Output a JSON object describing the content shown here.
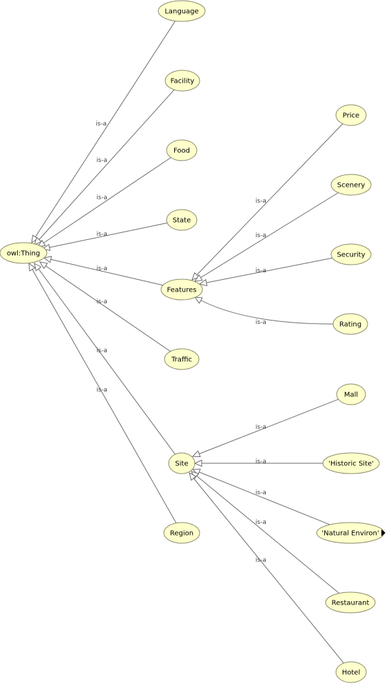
{
  "nodes": {
    "thing": "owl:Thing",
    "language": "Language",
    "facility": "Facility",
    "food": "Food",
    "state": "State",
    "features": "Features",
    "traffic": "Traffic",
    "site": "Site",
    "region": "Region",
    "price": "Price",
    "scenery": "Scenery",
    "security": "Security",
    "rating": "Rating",
    "mall": "Mall",
    "historic_site": "'Historic Site'",
    "natural_environ": "'Natural Environ'",
    "restaurant": "Restaurant",
    "hotel": "Hotel"
  },
  "edge_label": "is-a",
  "colors": {
    "node_fill": "#ffffcc",
    "node_stroke": "#8a8a6a",
    "edge": "#6b6b6b"
  }
}
